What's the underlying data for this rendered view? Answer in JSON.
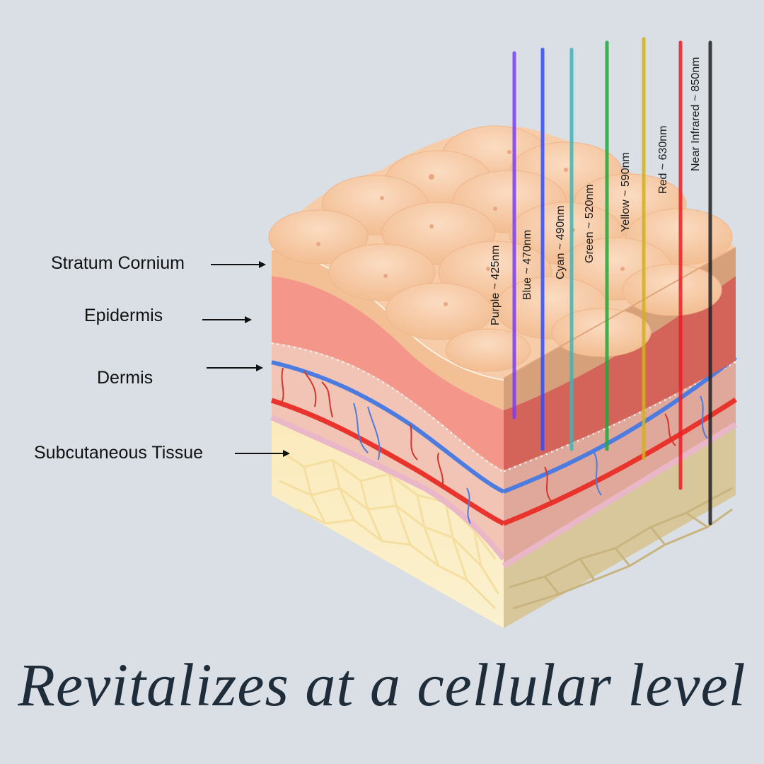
{
  "layers": [
    {
      "id": "stratum-cornium",
      "label": "Stratum Cornium"
    },
    {
      "id": "epidermis",
      "label": "Epidermis"
    },
    {
      "id": "dermis",
      "label": "Dermis"
    },
    {
      "id": "subcutaneous",
      "label": "Subcutaneous Tissue"
    }
  ],
  "wavelengths": [
    {
      "label": "Purple ~ 425nm",
      "color": "#7a3cff"
    },
    {
      "label": "Blue ~ 470nm",
      "color": "#2f4dff"
    },
    {
      "label": "Cyan ~ 490nm",
      "color": "#3fb5b8"
    },
    {
      "label": "Green ~ 520nm",
      "color": "#22a83a"
    },
    {
      "label": "Yellow ~ 590nm",
      "color": "#d2b21c"
    },
    {
      "label": "Red ~ 630nm",
      "color": "#ee1c24"
    },
    {
      "label": "Near Infrared ~ 850nm",
      "color": "#222222"
    }
  ],
  "headline": "Revitalizes at a cellular level",
  "colors": {
    "background": "#d9dfe5",
    "headline": "#1f2d3a",
    "skin_top": "#f6cda8",
    "epidermis": "#f5968a",
    "dermis": "#f2c4b6",
    "fat": "#fbefc3"
  }
}
